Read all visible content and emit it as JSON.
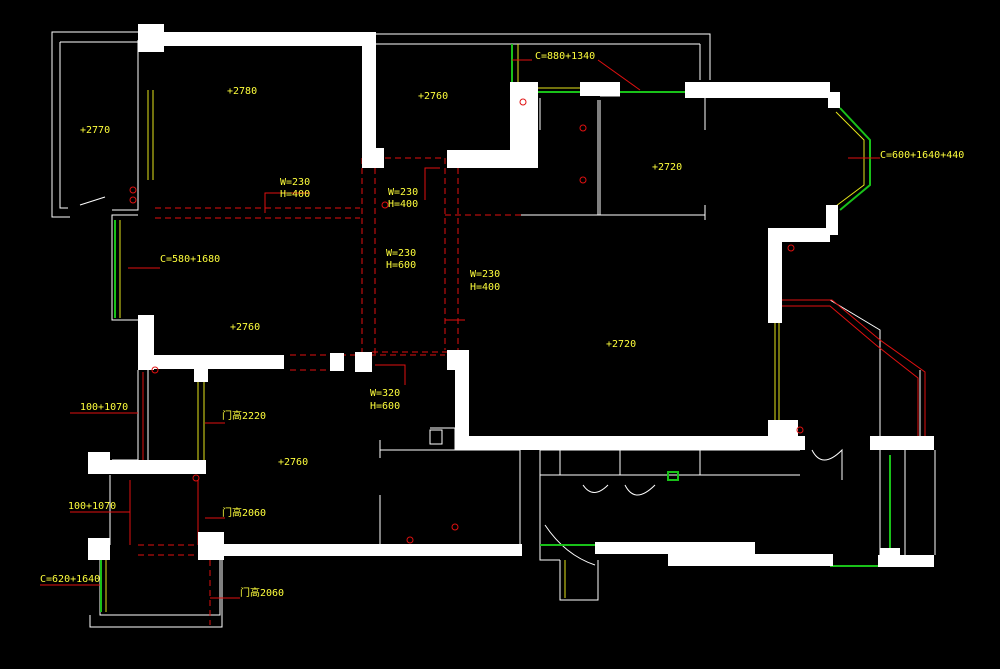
{
  "window": {
    "c_top": "C=880+1340",
    "c_right": "C=600+1640+440",
    "c_left": "C=580+1680",
    "c_bottom_left": "C=620+1640",
    "w_left_upper": "100+1070",
    "w_left_lower": "100+1070"
  },
  "heights": {
    "room_top_left": "+2770",
    "room_top_mid": "+2780",
    "room_top_center": "+2760",
    "room_top_right": "+2720",
    "room_left_mid": "+2760",
    "room_main": "+2720",
    "room_bottom": "+2760"
  },
  "beams": {
    "b1_w": "W=230",
    "b1_h": "H=400",
    "b2_w": "W=230",
    "b2_h": "H=400",
    "b3_w": "W=230",
    "b3_h": "H=600",
    "b4_w": "W=230",
    "b4_h": "H=400",
    "b5_w": "W=320",
    "b5_h": "H=600"
  },
  "doors": {
    "d1": "门高2220",
    "d2": "门高2060",
    "d3": "门高2060"
  },
  "colors": {
    "background": "#000000",
    "wall": "#ffffff",
    "label": "#ffff3c",
    "beam": "#e01010",
    "window_green": "#19c119",
    "window_yellow": "#e5e51a"
  }
}
